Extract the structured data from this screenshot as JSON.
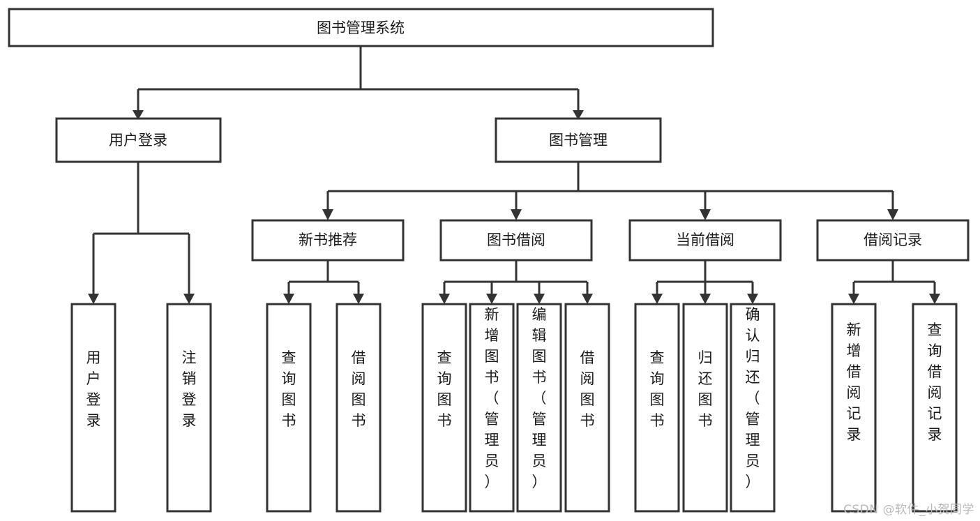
{
  "diagram": {
    "title": "图书管理系统",
    "type": "hierarchy-tree",
    "watermark": "CSDN @软件_小贺同学",
    "colors": {
      "stroke": "#333333",
      "fill": "#ffffff",
      "text": "#1a1a1a",
      "watermark": "#b9b9b9"
    },
    "root": {
      "label": "图书管理系统"
    },
    "level2": [
      {
        "label": "用户登录"
      },
      {
        "label": "图书管理"
      }
    ],
    "level3": [
      {
        "label": "新书推荐"
      },
      {
        "label": "图书借阅"
      },
      {
        "label": "当前借阅"
      },
      {
        "label": "借阅记录"
      }
    ],
    "leaves": {
      "user_login": [
        {
          "label": "用户登录"
        },
        {
          "label": "注销登录"
        }
      ],
      "new_book": [
        {
          "label": "查询图书"
        },
        {
          "label": "借阅图书"
        }
      ],
      "book_borrow": [
        {
          "label": "查询图书"
        },
        {
          "label": "新增图书（管理员）"
        },
        {
          "label": "编辑图书（管理员）"
        },
        {
          "label": "借阅图书"
        }
      ],
      "current_borrow": [
        {
          "label": "查询图书"
        },
        {
          "label": "归还图书"
        },
        {
          "label": "确认归还（管理员）"
        }
      ],
      "borrow_record": [
        {
          "label": "新增借阅记录"
        },
        {
          "label": "查询借阅记录"
        }
      ]
    }
  },
  "chart_data": {
    "type": "table",
    "title": "图书管理系统",
    "nodes": [
      {
        "id": "root",
        "label": "图书管理系统",
        "level": 1,
        "parent": null
      },
      {
        "id": "n-user-login",
        "label": "用户登录",
        "level": 2,
        "parent": "root"
      },
      {
        "id": "n-book-manage",
        "label": "图书管理",
        "level": 2,
        "parent": "root"
      },
      {
        "id": "n-new-book",
        "label": "新书推荐",
        "level": 3,
        "parent": "n-book-manage"
      },
      {
        "id": "n-book-borrow",
        "label": "图书借阅",
        "level": 3,
        "parent": "n-book-manage"
      },
      {
        "id": "n-current-borrow",
        "label": "当前借阅",
        "level": 3,
        "parent": "n-book-manage"
      },
      {
        "id": "n-borrow-record",
        "label": "借阅记录",
        "level": 3,
        "parent": "n-book-manage"
      },
      {
        "id": "l1",
        "label": "用户登录",
        "level": 4,
        "parent": "n-user-login"
      },
      {
        "id": "l2",
        "label": "注销登录",
        "level": 4,
        "parent": "n-user-login"
      },
      {
        "id": "l3",
        "label": "查询图书",
        "level": 4,
        "parent": "n-new-book"
      },
      {
        "id": "l4",
        "label": "借阅图书",
        "level": 4,
        "parent": "n-new-book"
      },
      {
        "id": "l5",
        "label": "查询图书",
        "level": 4,
        "parent": "n-book-borrow"
      },
      {
        "id": "l6",
        "label": "新增图书（管理员）",
        "level": 4,
        "parent": "n-book-borrow"
      },
      {
        "id": "l7",
        "label": "编辑图书（管理员）",
        "level": 4,
        "parent": "n-book-borrow"
      },
      {
        "id": "l8",
        "label": "借阅图书",
        "level": 4,
        "parent": "n-book-borrow"
      },
      {
        "id": "l9",
        "label": "查询图书",
        "level": 4,
        "parent": "n-current-borrow"
      },
      {
        "id": "l10",
        "label": "归还图书",
        "level": 4,
        "parent": "n-current-borrow"
      },
      {
        "id": "l11",
        "label": "确认归还（管理员）",
        "level": 4,
        "parent": "n-current-borrow"
      },
      {
        "id": "l12",
        "label": "新增借阅记录",
        "level": 4,
        "parent": "n-borrow-record"
      },
      {
        "id": "l13",
        "label": "查询借阅记录",
        "level": 4,
        "parent": "n-borrow-record"
      }
    ]
  }
}
